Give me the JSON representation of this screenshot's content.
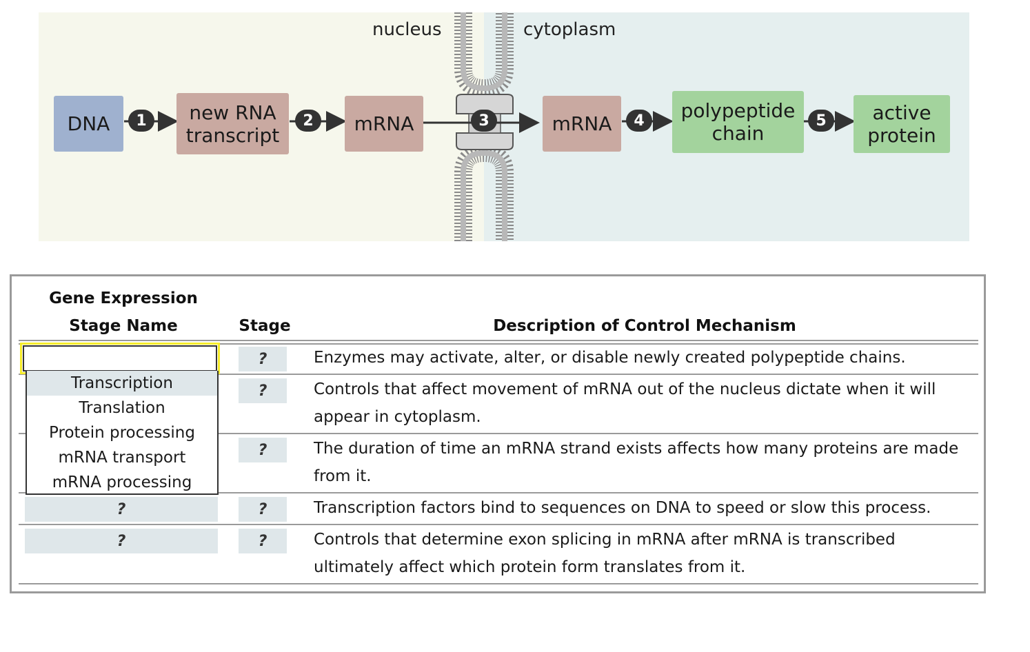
{
  "diagram": {
    "nucleus_label": "nucleus",
    "cytoplasm_label": "cytoplasm",
    "nodes": {
      "dna": "DNA",
      "new_rna_1": "new RNA",
      "new_rna_2": "transcript",
      "mrna_nucleus": "mRNA",
      "mrna_cytoplasm": "mRNA",
      "polypeptide_1": "polypeptide",
      "polypeptide_2": "chain",
      "active_1": "active",
      "active_2": "protein"
    },
    "steps": [
      "1",
      "2",
      "3",
      "4",
      "5"
    ],
    "colors": {
      "nucleus_bg": "#f6f7ec",
      "cytoplasm_bg": "#e5efef",
      "dna": "#9fb1cf",
      "rna": "#c9a9a1",
      "protein": "#a3d39d"
    }
  },
  "table": {
    "headers": {
      "stage_name_line1": "Gene Expression",
      "stage_name_line2": "Stage Name",
      "stage": "Stage",
      "description": "Description of Control Mechanism"
    },
    "rows": [
      {
        "stage_name": "",
        "stage": "?",
        "description": "Enzymes may activate, alter, or disable newly created polypeptide chains."
      },
      {
        "stage_name": "",
        "stage": "?",
        "description": "Controls that affect movement of mRNA out of the nucleus dictate when it will appear in cytoplasm."
      },
      {
        "stage_name": "",
        "stage": "?",
        "description": "The duration of time an mRNA strand exists affects how many proteins are made from it."
      },
      {
        "stage_name": "?",
        "stage": "?",
        "description": "Transcription factors bind to sequences on DNA to speed or slow this process."
      },
      {
        "stage_name": "?",
        "stage": "?",
        "description": "Controls that determine exon splicing in mRNA after mRNA is transcribed ultimately affect which protein form translates from it."
      }
    ],
    "dropdown_options": [
      "Transcription",
      "Translation",
      "Protein processing",
      "mRNA transport",
      "mRNA processing"
    ],
    "highlighted_option": "Transcription"
  }
}
